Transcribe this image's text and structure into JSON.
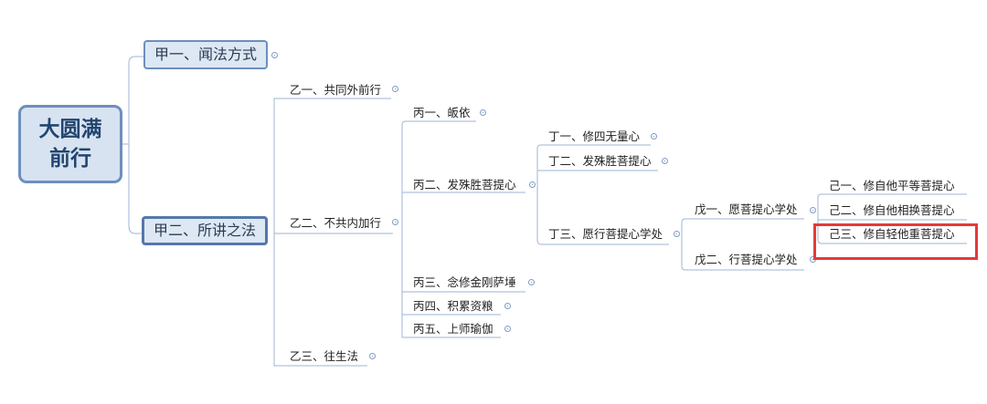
{
  "colors": {
    "line": "#9fb6d6",
    "highlight": "#e23b3b",
    "root_fill": "#d7e3f1",
    "accent": "#6d8fbd"
  },
  "root": {
    "line1": "大圆满",
    "line2": "前行"
  },
  "level1": [
    {
      "label": "甲一、闻法方式"
    },
    {
      "label": "甲二、所讲之法"
    }
  ],
  "level2": [
    {
      "label": "乙一、共同外前行"
    },
    {
      "label": "乙二、不共内加行"
    },
    {
      "label": "乙三、往生法"
    }
  ],
  "level3": [
    {
      "label": "丙一、皈依"
    },
    {
      "label": "丙二、发殊胜菩提心"
    },
    {
      "label": "丙三、念修金刚萨埵"
    },
    {
      "label": "丙四、积累资粮"
    },
    {
      "label": "丙五、上师瑜伽"
    }
  ],
  "level4": [
    {
      "label": "丁一、修四无量心"
    },
    {
      "label": "丁二、发殊胜菩提心"
    },
    {
      "label": "丁三、愿行菩提心学处"
    }
  ],
  "level5": [
    {
      "label": "戊一、愿菩提心学处"
    },
    {
      "label": "戊二、行菩提心学处"
    }
  ],
  "level6": [
    {
      "label": "己一、修自他平等菩提心"
    },
    {
      "label": "己二、修自他相换菩提心"
    },
    {
      "label": "己三、修自轻他重菩提心"
    }
  ]
}
